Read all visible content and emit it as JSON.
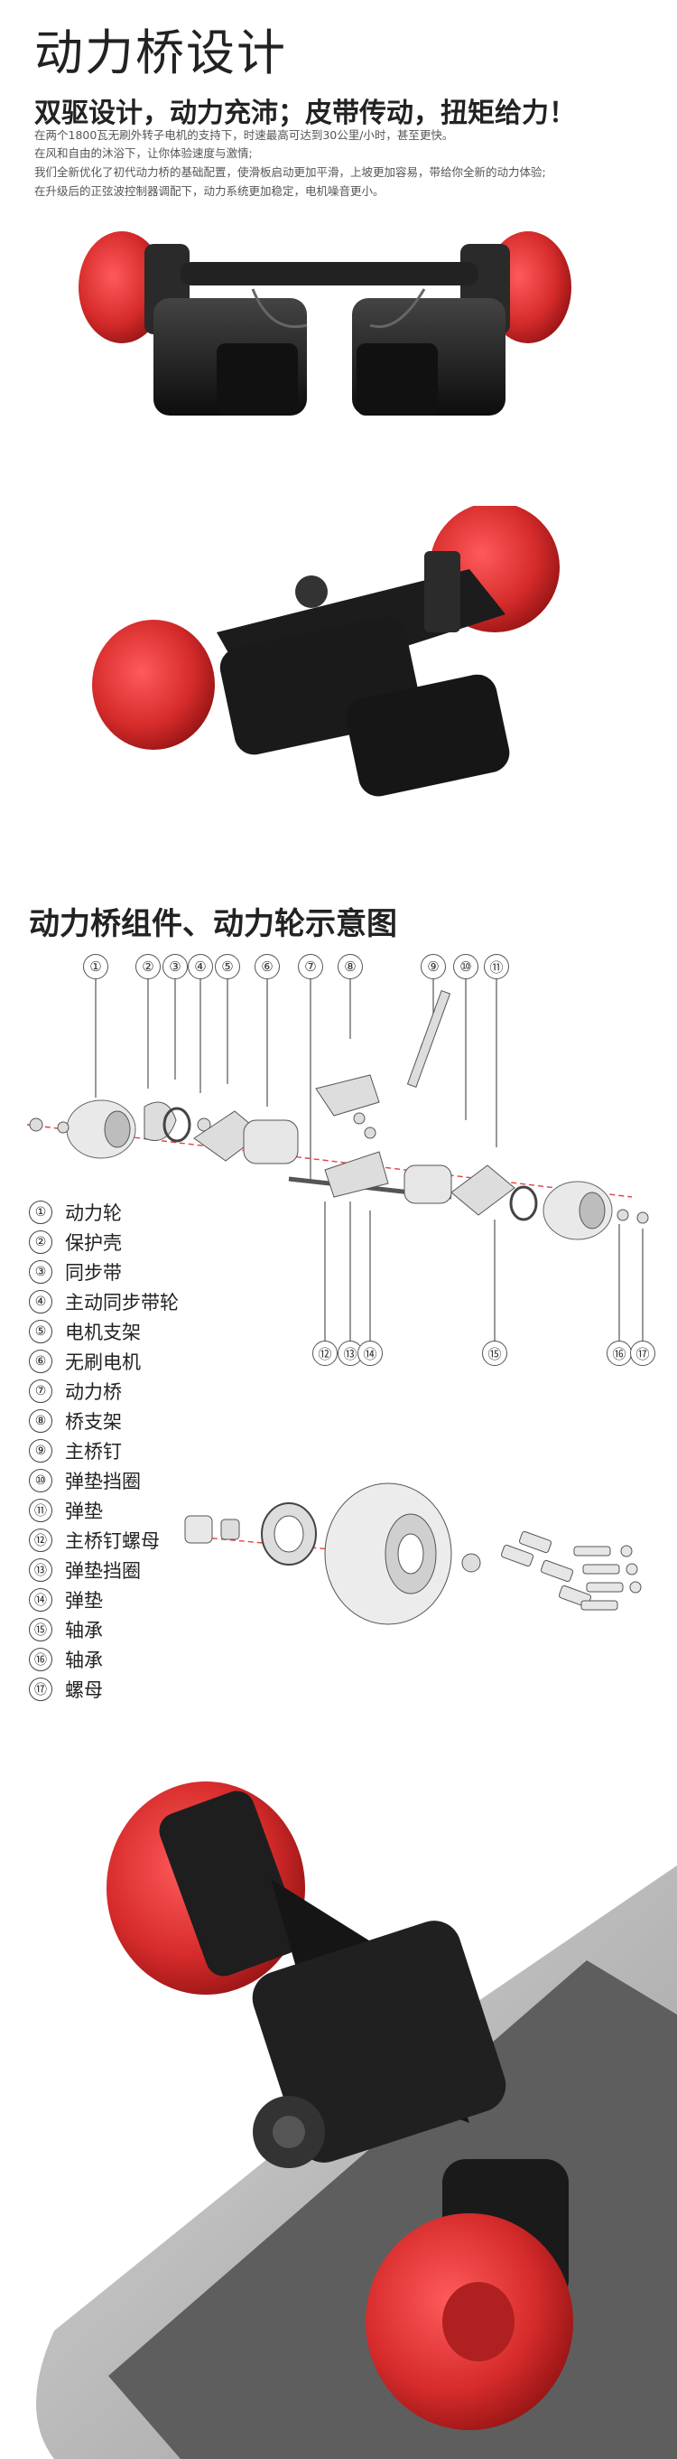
{
  "page": {
    "title": "动力桥设计",
    "headline": "双驱设计，动力充沛；皮带传动，扭矩给力！",
    "paragraphs": [
      "在两个1800瓦无刷外转子电机的支持下，时速最高可达到30公里/小时，甚至更快。",
      "在风和自由的沐浴下，让你体验速度与激情;",
      "我们全新优化了初代动力桥的基础配置，使滑板启动更加平滑，上坡更加容易，带给你全新的动力体验;",
      "在升级后的正弦波控制器调配下，动力系统更加稳定，电机噪音更小。"
    ]
  },
  "section": {
    "title": "动力桥组件、动力轮示意图"
  },
  "parts": [
    {
      "num": "①",
      "name": "动力轮"
    },
    {
      "num": "②",
      "name": "保护壳"
    },
    {
      "num": "③",
      "name": "同步带"
    },
    {
      "num": "④",
      "name": "主动同步带轮"
    },
    {
      "num": "⑤",
      "name": "电机支架"
    },
    {
      "num": "⑥",
      "name": "无刷电机"
    },
    {
      "num": "⑦",
      "name": "动力桥"
    },
    {
      "num": "⑧",
      "name": "桥支架"
    },
    {
      "num": "⑨",
      "name": "主桥钉"
    },
    {
      "num": "⑩",
      "name": "弹垫挡圈"
    },
    {
      "num": "⑪",
      "name": "弹垫"
    },
    {
      "num": "⑫",
      "name": "主桥钉螺母"
    },
    {
      "num": "⑬",
      "name": "弹垫挡圈"
    },
    {
      "num": "⑭",
      "name": "弹垫"
    },
    {
      "num": "⑮",
      "name": "轴承"
    },
    {
      "num": "⑯",
      "name": "轴承"
    },
    {
      "num": "⑰",
      "name": "螺母"
    }
  ],
  "colors": {
    "wheel": "#d62b2b",
    "body": "#1a1a1a",
    "text": "#222222"
  }
}
